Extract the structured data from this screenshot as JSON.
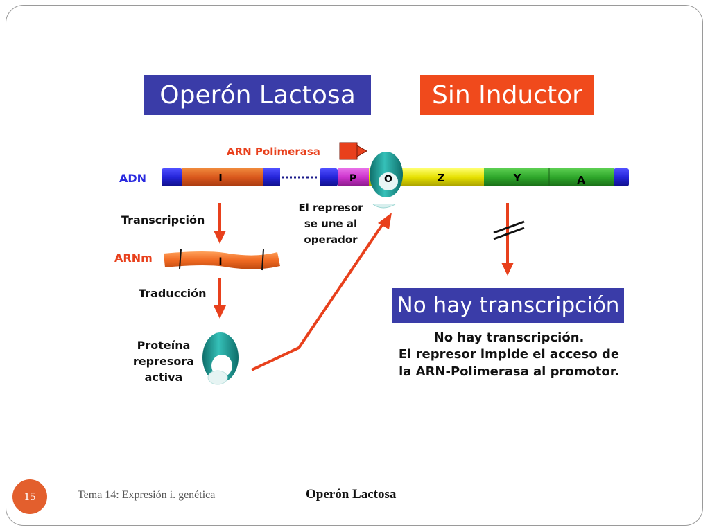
{
  "titles": {
    "left": "Operón Lactosa",
    "right": "Sin Inductor",
    "no_transcription": "No hay transcripción"
  },
  "labels": {
    "dna": "ADN",
    "polymerase": "ARN Polimerasa",
    "transcription": "Transcripción",
    "mrna": "ARNm",
    "translation": "Traducción",
    "repressor_protein": [
      "Proteína",
      "represora",
      "activa"
    ],
    "repressor_binds": [
      "El represor",
      "se une al",
      "operador"
    ],
    "explanation": [
      "No hay transcripción.",
      "El represor impide el acceso de",
      "la ARN-Polimerasa al promotor."
    ]
  },
  "genes": {
    "i": "I",
    "p": "P",
    "o": "O",
    "z": "Z",
    "y": "Y",
    "a": "A",
    "mrna_segment": "I"
  },
  "footer": {
    "slide_number": "15",
    "subtitle": "Tema 14: Expresión i. genética",
    "title": "Operón Lactosa"
  },
  "colors": {
    "title_blue": "#3a3ca8",
    "title_red": "#f04a1c",
    "gene_i": "#d9571c",
    "gene_p": "#d13ad1",
    "gene_z": "#e8e000",
    "gene_y": "#2ea62a",
    "dna_caps": "#2424d8",
    "repressor": "#1f9a96",
    "arrow": "#e8401c"
  }
}
